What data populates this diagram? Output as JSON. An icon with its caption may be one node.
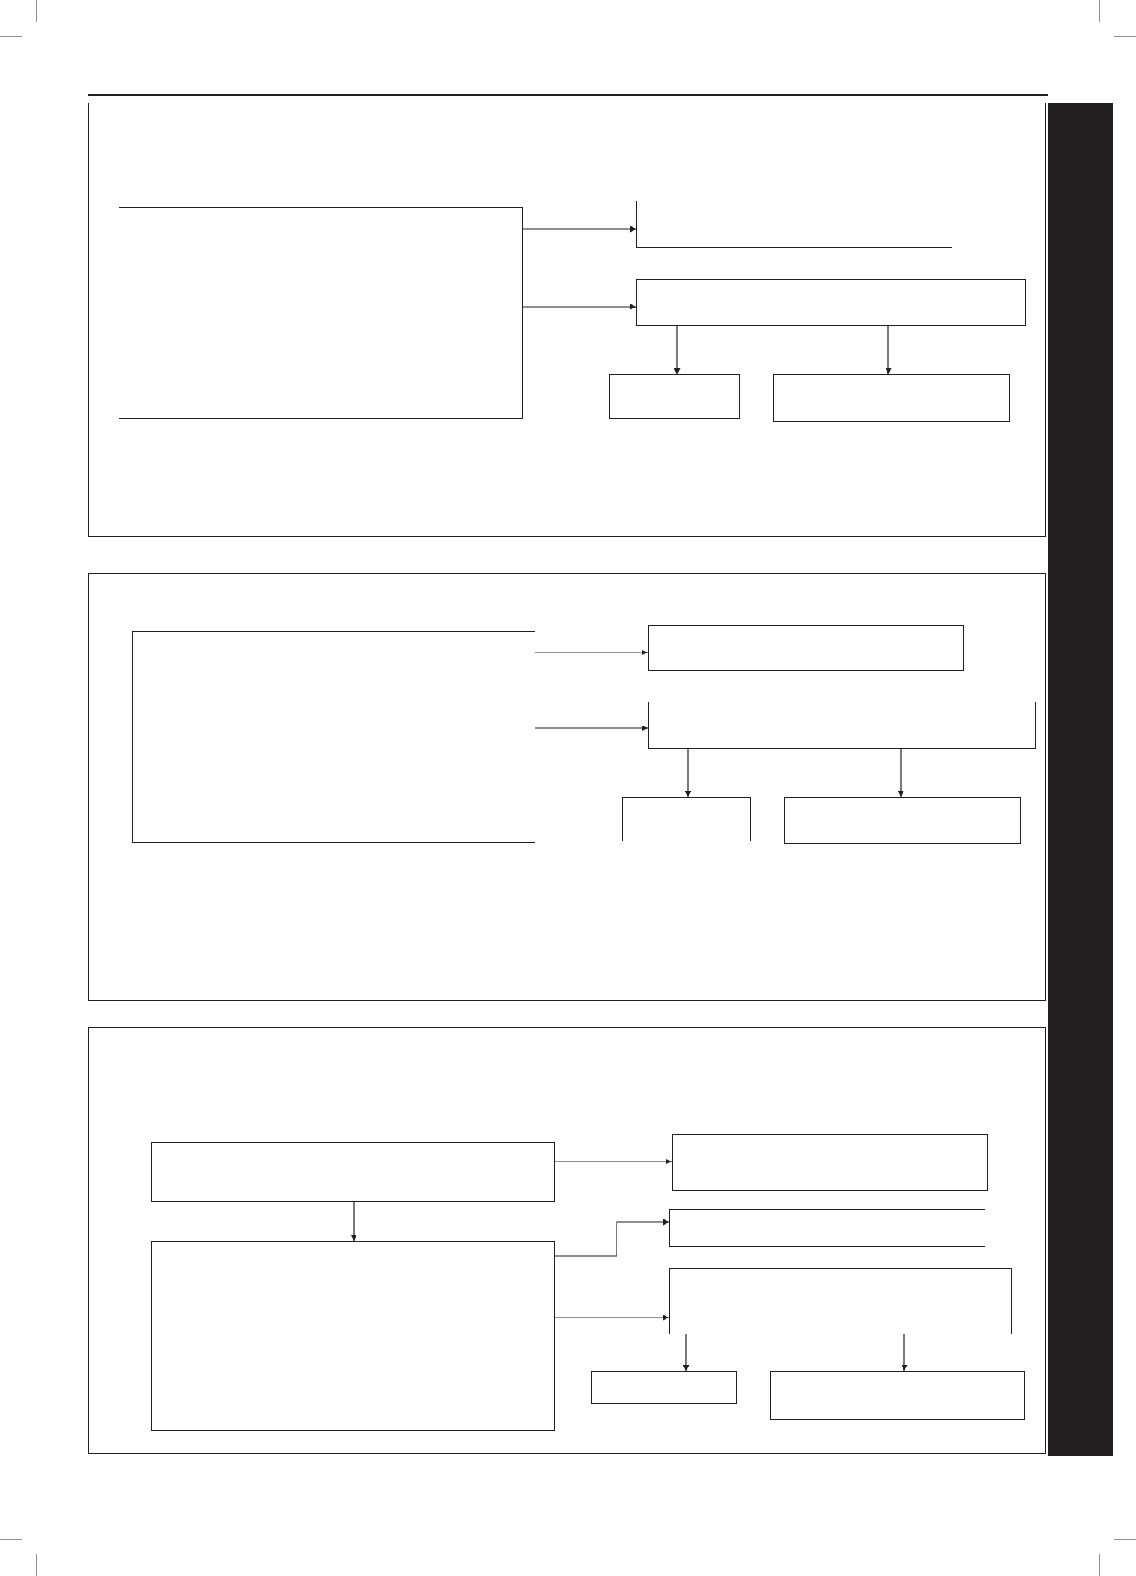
{
  "diagram": {
    "nodes": [
      {
        "text": [],
        "shape": "box"
      },
      {
        "text": [],
        "shape": "box",
        "in": 0
      },
      {
        "text": [],
        "shape": "box",
        "in": 0
      },
      {
        "text": [],
        "shape": "box",
        "in": 0
      },
      {
        "text": [],
        "shape": "box",
        "in": 0
      },
      {
        "text": [],
        "shape": "box",
        "in": 0
      },
      {
        "text": [],
        "shape": "box"
      },
      {
        "text": [],
        "shape": "box",
        "in": 6
      },
      {
        "text": [],
        "shape": "box",
        "in": 6
      },
      {
        "text": [],
        "shape": "box",
        "in": 6
      },
      {
        "text": [],
        "shape": "box",
        "in": 6
      },
      {
        "text": [],
        "shape": "box",
        "in": 6
      },
      {
        "text": [],
        "shape": "box"
      },
      {
        "text": [],
        "shape": "box",
        "in": 12
      },
      {
        "text": [],
        "shape": "box",
        "in": 12
      },
      {
        "text": [],
        "shape": "box",
        "in": 12
      },
      {
        "text": [],
        "shape": "box",
        "in": 12
      },
      {
        "text": [],
        "shape": "box",
        "in": 12
      },
      {
        "text": [],
        "shape": "box",
        "in": 12
      },
      {
        "text": [],
        "shape": "box",
        "in": 12
      },
      {
        "text": [],
        "shape": "bar"
      }
    ],
    "edges": [
      {
        "from": 1,
        "to": 2,
        "arrow": "to"
      },
      {
        "from": 1,
        "to": 3,
        "arrow": "to"
      },
      {
        "from": 3,
        "to": 4,
        "arrow": "to"
      },
      {
        "from": 3,
        "to": 5,
        "arrow": "to"
      },
      {
        "from": 7,
        "to": 8,
        "arrow": "to"
      },
      {
        "from": 7,
        "to": 9,
        "arrow": "to"
      },
      {
        "from": 9,
        "to": 10,
        "arrow": "to"
      },
      {
        "from": 9,
        "to": 11,
        "arrow": "to"
      },
      {
        "from": 13,
        "to": 14,
        "arrow": "to"
      },
      {
        "from": 13,
        "to": 16,
        "arrow": "to"
      },
      {
        "from": 16,
        "to": 15,
        "arrow": "to"
      },
      {
        "from": 16,
        "to": 17,
        "arrow": "to"
      },
      {
        "from": 17,
        "to": 18,
        "arrow": "to"
      },
      {
        "from": 17,
        "to": 19,
        "arrow": "to"
      }
    ]
  }
}
